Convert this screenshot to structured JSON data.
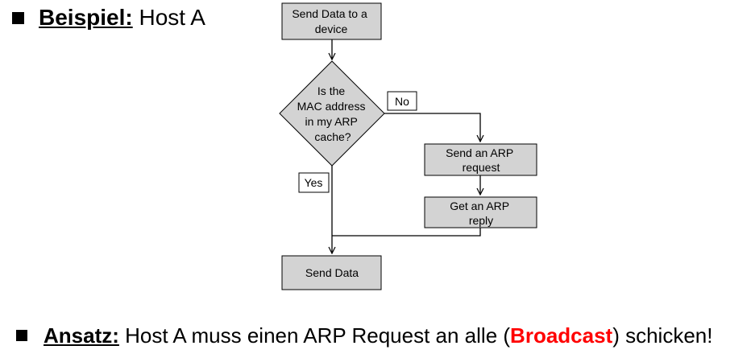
{
  "heading": {
    "term": "Beispiel:",
    "rest": " Host A"
  },
  "footer": {
    "term": "Ansatz:",
    "before": " Host A muss einen ARP Request an alle (",
    "highlight": "Broadcast",
    "after": ") schicken!",
    "highlight_color": "#ff0000"
  },
  "flowchart": {
    "box_fill": "#d3d3d3",
    "stroke": "#000000",
    "nodes": {
      "start": [
        "Send Data to a",
        "device"
      ],
      "decision": [
        "Is the",
        "MAC address",
        "in my ARP",
        "cache?"
      ],
      "send_request": [
        "Send an ARP",
        "request"
      ],
      "get_reply": [
        "Get an ARP",
        "reply"
      ],
      "send_data": [
        "Send Data"
      ]
    },
    "labels": {
      "no": "No",
      "yes": "Yes"
    }
  }
}
